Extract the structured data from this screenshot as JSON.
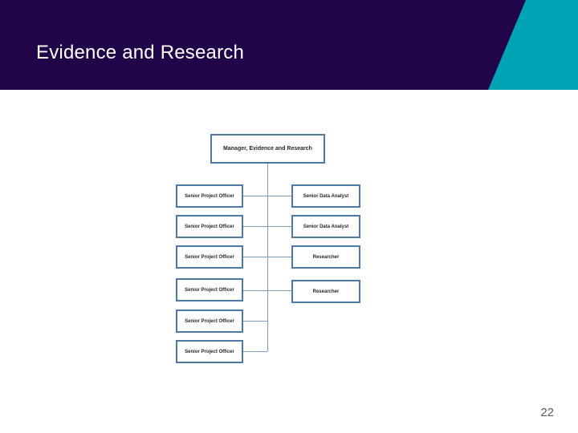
{
  "slide": {
    "title": "Evidence and Research",
    "page_number": "22"
  },
  "org_chart": {
    "root": {
      "label": "Manager, Evidence and Research"
    },
    "left_column": [
      {
        "label": "Senior Project Officer"
      },
      {
        "label": "Senior Project Officer"
      },
      {
        "label": "Senior Project Officer"
      },
      {
        "label": "Senior Project Officer"
      },
      {
        "label": "Senior Project Officer"
      },
      {
        "label": "Senior Project Officer"
      }
    ],
    "right_column": [
      {
        "label": "Senior Data Analyst"
      },
      {
        "label": "Senior Data Analyst"
      },
      {
        "label": "Researcher"
      },
      {
        "label": "Researcher"
      }
    ]
  },
  "colors": {
    "header_bg": "#200549",
    "accent_teal": "#00a3b4",
    "title_text": "#ffffff",
    "box_border": "#4e79a6",
    "connector": "#7d9cba",
    "box_text": "#262626",
    "page_number_text": "#595959"
  }
}
